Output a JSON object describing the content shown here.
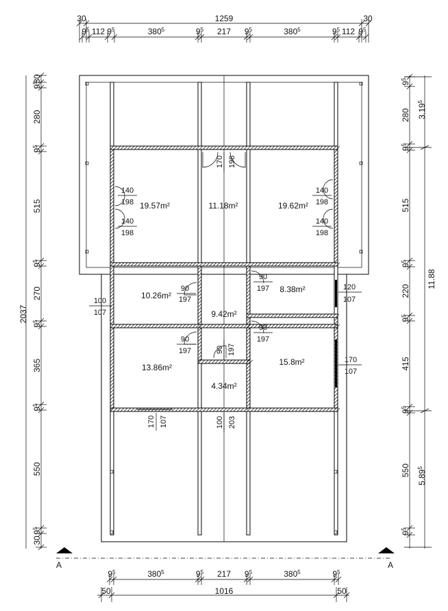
{
  "top_dims": {
    "overall": "1259",
    "edge_left": "30",
    "edge_right": "30",
    "row2": [
      {
        "t": "9",
        "s": "5"
      },
      {
        "t": "112",
        "s": ""
      },
      {
        "t": "9",
        "s": "5"
      },
      {
        "t": "380",
        "s": "5"
      },
      {
        "t": "9",
        "s": "5"
      },
      {
        "t": "217",
        "s": ""
      },
      {
        "t": "9",
        "s": "5"
      },
      {
        "t": "380",
        "s": "5"
      },
      {
        "t": "9",
        "s": "5"
      },
      {
        "t": "112",
        "s": ""
      },
      {
        "t": "9",
        "s": "5"
      }
    ]
  },
  "left_dims": {
    "overall": "2037",
    "segments": [
      {
        "t": "30",
        "s": ""
      },
      {
        "t": "9",
        "s": "5"
      },
      {
        "t": "280",
        "s": ""
      },
      {
        "t": "9",
        "s": "5"
      },
      {
        "t": "515",
        "s": ""
      },
      {
        "t": "9",
        "s": "5"
      },
      {
        "t": "270",
        "s": ""
      },
      {
        "t": "9",
        "s": "5"
      },
      {
        "t": "365",
        "s": ""
      },
      {
        "t": "9",
        "s": "5"
      },
      {
        "t": "550",
        "s": ""
      },
      {
        "t": "9",
        "s": "5"
      },
      {
        "t": "30",
        "s": ""
      }
    ]
  },
  "right_dims": {
    "overall": "11.88",
    "top": {
      "t": "3.19",
      "s": "5"
    },
    "bottom": {
      "t": "5.89",
      "s": "5"
    },
    "segments": [
      {
        "t": "9",
        "s": "5"
      },
      {
        "t": "280",
        "s": ""
      },
      {
        "t": "9",
        "s": "5"
      },
      {
        "t": "515",
        "s": ""
      },
      {
        "t": "9",
        "s": "5"
      },
      {
        "t": "220",
        "s": ""
      },
      {
        "t": "9",
        "s": "5"
      },
      {
        "t": "415",
        "s": ""
      },
      {
        "t": "9",
        "s": "5"
      },
      {
        "t": "550",
        "s": ""
      },
      {
        "t": "9",
        "s": "5"
      }
    ]
  },
  "bottom_dims": {
    "overall": "1016",
    "edge_left": "50",
    "edge_right": "50",
    "row1": [
      {
        "t": "9",
        "s": "5"
      },
      {
        "t": "380",
        "s": "5"
      },
      {
        "t": "9",
        "s": "5"
      },
      {
        "t": "217",
        "s": ""
      },
      {
        "t": "9",
        "s": "5"
      },
      {
        "t": "380",
        "s": "5"
      },
      {
        "t": "9",
        "s": "5"
      }
    ]
  },
  "rooms": {
    "r1": "19.57m²",
    "r2": "11.18m²",
    "r3": "19.62m²",
    "r4": "10.26m²",
    "r5": "9.42m²",
    "r6": "8.38m²",
    "r7": "13.86m²",
    "r8": "15.8m²",
    "r9": "4.34m²"
  },
  "doors": {
    "d_upper_mid": {
      "w": "170",
      "h": "198"
    },
    "d_l1": {
      "w": "140",
      "h": "198"
    },
    "d_l2": {
      "w": "140",
      "h": "198"
    },
    "d_r1": {
      "w": "140",
      "h": "198"
    },
    "d_r2": {
      "w": "140",
      "h": "198"
    },
    "d_left_ext": {
      "w": "100",
      "h": "107"
    },
    "d_r4": {
      "w": "90",
      "h": "197"
    },
    "d_r6": {
      "w": "90",
      "h": "197"
    },
    "d_right_ext": {
      "w": "120",
      "h": "107"
    },
    "d_r7": {
      "w": "90",
      "h": "197"
    },
    "d_bath": {
      "w": "90",
      "h": "197"
    },
    "d_r8": {
      "w": "90",
      "h": "197"
    },
    "d_right_ext2": {
      "w": "170",
      "h": "107"
    },
    "d_bottom_left": {
      "w": "170",
      "h": "107"
    },
    "d_bottom_mid": {
      "w": "100",
      "h": "203"
    }
  },
  "section": {
    "left": "A",
    "right": "A"
  }
}
